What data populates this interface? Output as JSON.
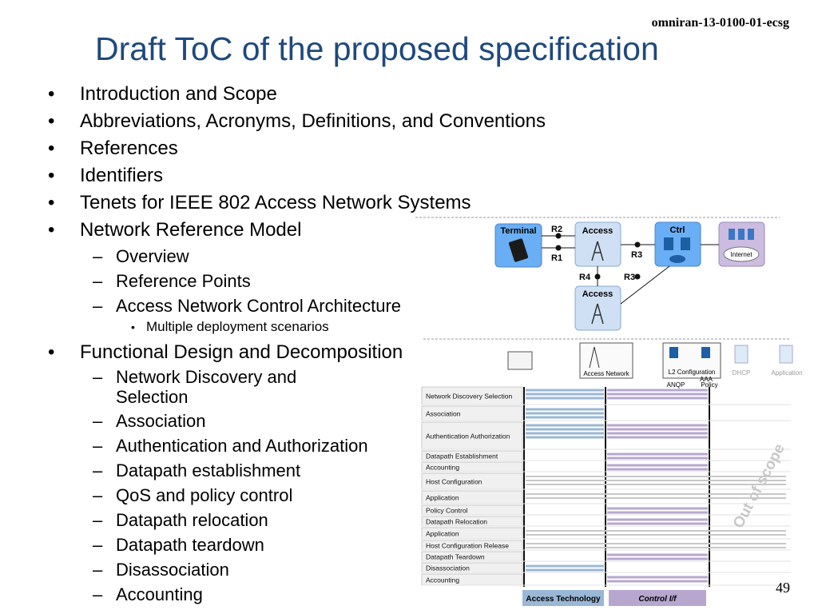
{
  "doc_id": "omniran-13-0100-01-ecsg",
  "title": "Draft ToC of the proposed specification",
  "page_number": "49",
  "toc": {
    "intro": "Introduction and Scope",
    "abbrev": "Abbreviations, Acronyms, Definitions, and Conventions",
    "refs": "References",
    "identifiers": "Identifiers",
    "tenets": "Tenets for IEEE 802 Access Network Systems",
    "nrm": "Network Reference Model",
    "nrm_items": [
      "Overview",
      "Reference Points",
      "Access Network Control Architecture"
    ],
    "nrm_sub": "Multiple deployment scenarios",
    "fdd": "Functional Design and Decomposition",
    "fdd_items": [
      "Network Discovery and Selection",
      "Association",
      "Authentication and Authorization",
      "Datapath establishment",
      "QoS and policy control",
      "Datapath relocation",
      "Datapath teardown",
      "Disassociation",
      "Accounting"
    ]
  },
  "reference_model": {
    "terminal": "Terminal",
    "access": "Access",
    "ctrl": "Ctrl",
    "internet": "Internet",
    "points": [
      "R2",
      "R1",
      "R3",
      "R4",
      "R3"
    ]
  },
  "flow_diagram": {
    "columns": [
      "Access Network",
      "L2 Configuration",
      "AAA",
      "ANQP",
      "Policy",
      "DHCP",
      "Application"
    ],
    "rows": [
      "Network Discovery Selection",
      "Association",
      "Authentication Authorization",
      "Datapath Establishment",
      "Accounting",
      "Host Configuration",
      "Application",
      "Policy Control",
      "Datapath Relocation",
      "Application",
      "Host Configuration Release",
      "Datapath Teardown",
      "Disassociation",
      "Accounting"
    ],
    "legend": [
      "Access Technology",
      "Control I/f"
    ],
    "annotation": "Out of scope"
  },
  "colors": {
    "title": "#1f497d",
    "access_technology": "#9bb7d6",
    "control_if": "#b7a7cf",
    "out_of_scope": "#c8c8c8"
  }
}
